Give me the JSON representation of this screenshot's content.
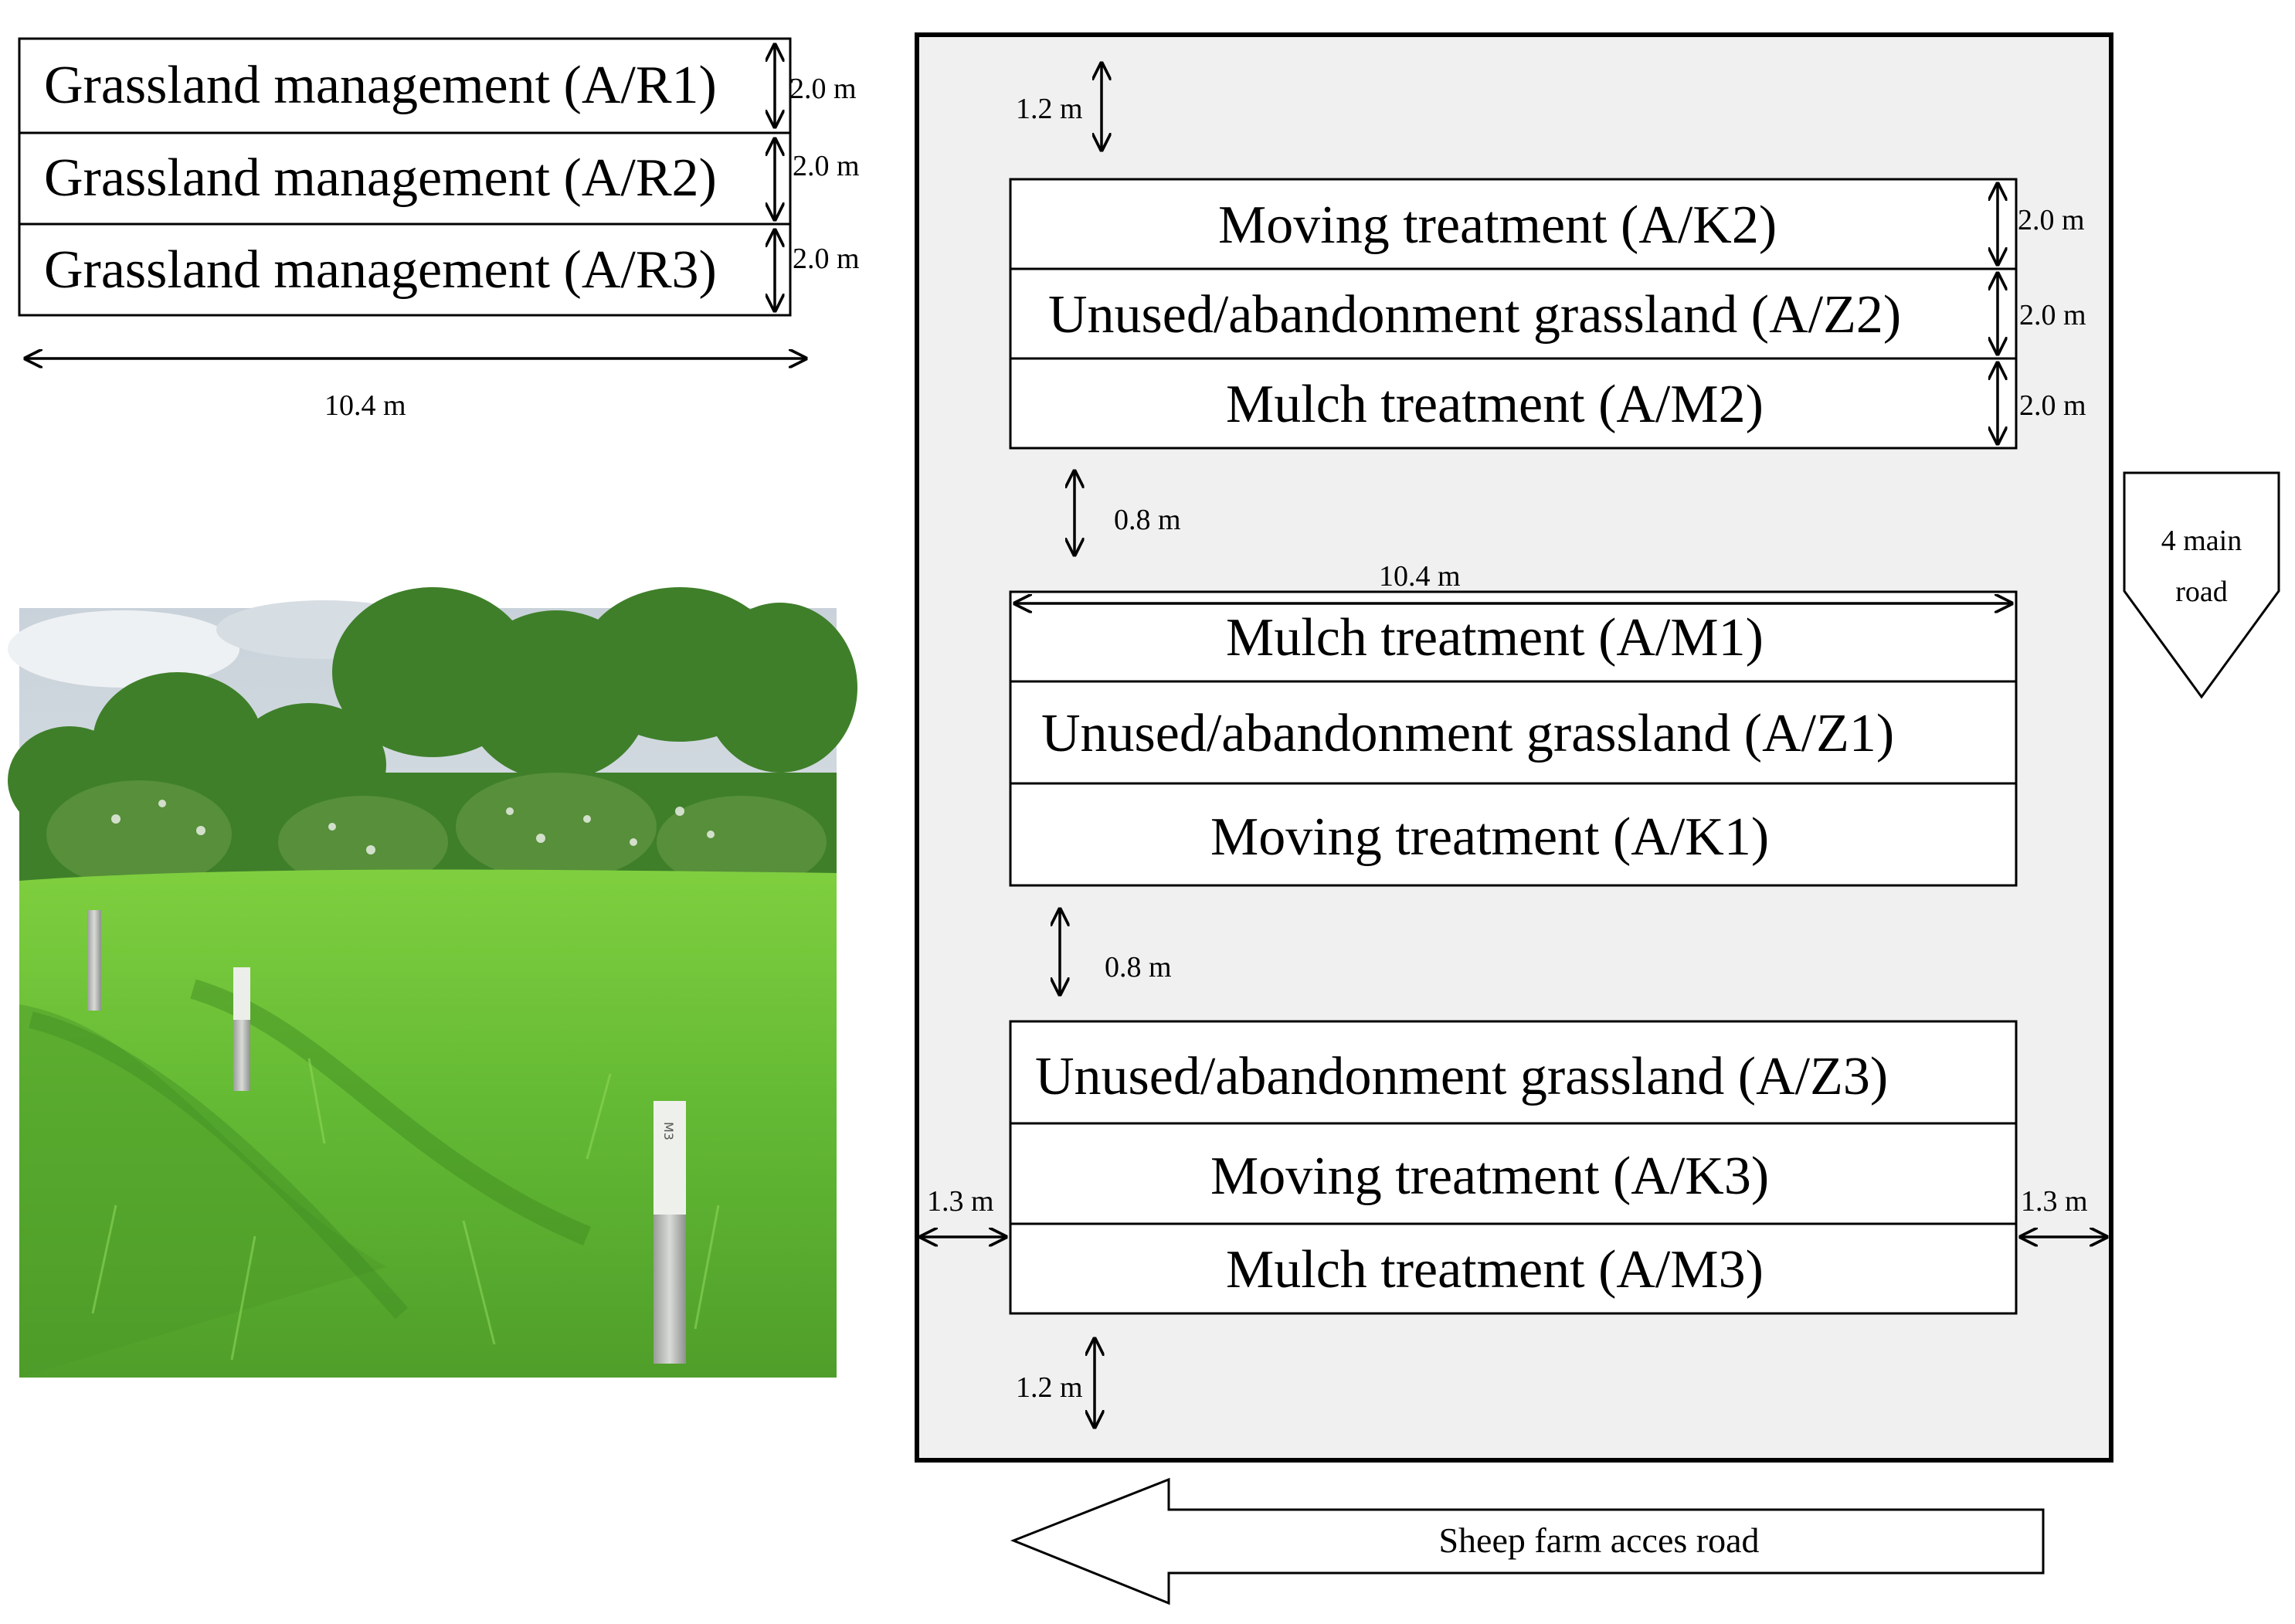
{
  "left_plots": [
    {
      "label": "Grassland management (A/R1)",
      "width_label": "2.0 m"
    },
    {
      "label": "Grassland management (A/R2)",
      "width_label": "2.0 m"
    },
    {
      "label": "Grassland management (A/R3)",
      "width_label": "2.0 m"
    }
  ],
  "left_length_label": "10.4 m",
  "site": {
    "top_margin_label": "1.2 m",
    "bottom_margin_label": "1.2 m",
    "left_margin_label": "1.3 m",
    "right_margin_label": "1.3 m",
    "gap1_label": "0.8 m",
    "gap2_label": "0.8 m",
    "block_length_label": "10.4 m",
    "block1": [
      {
        "label": "Moving treatment (A/K2)",
        "width_label": "2.0 m"
      },
      {
        "label": "Unused/abandonment grassland (A/Z2)",
        "width_label": "2.0 m"
      },
      {
        "label": "Mulch treatment (A/M2)",
        "width_label": "2.0 m"
      }
    ],
    "block2": [
      {
        "label": "Mulch treatment (A/M1)"
      },
      {
        "label": "Unused/abandonment grassland  (A/Z1)"
      },
      {
        "label": "Moving treatment  (A/K1)"
      }
    ],
    "block3": [
      {
        "label": "Unused/abandonment grassland   (A/Z3)"
      },
      {
        "label": "Moving treatment  (A/K3)"
      },
      {
        "label": "Mulch treatment (A/M3)"
      }
    ]
  },
  "main_road": {
    "line1": "4 main",
    "line2": "road"
  },
  "access_road": "Sheep farm acces road",
  "photo": {
    "post_marking": "M3"
  },
  "colors": {
    "site_fill": "#f0f0f0",
    "grass": "#6cc23a",
    "sky": "#dfe6ec",
    "trees": "#3f7f2a",
    "posts": "#c9ccc8"
  }
}
